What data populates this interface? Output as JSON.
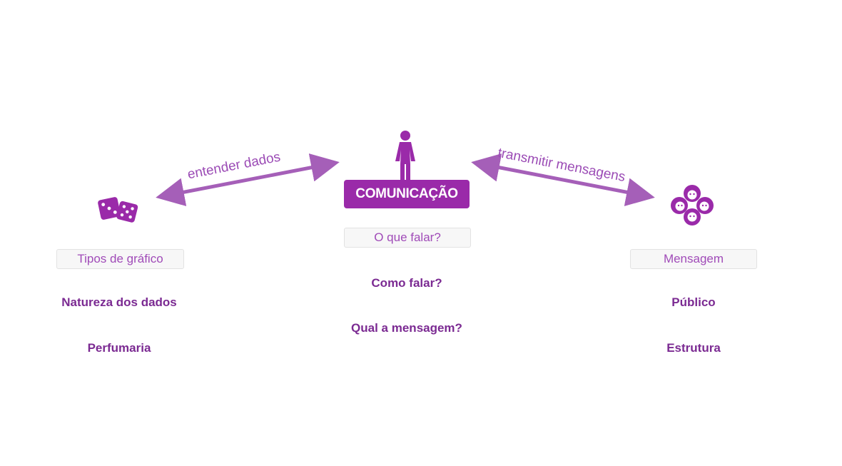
{
  "center": {
    "title": "COMUNICAÇÃO",
    "box_label": "O que falar?",
    "items": [
      "Como falar?",
      "Qual a mensagem?"
    ],
    "icon": "woman-icon"
  },
  "left": {
    "box_label": "Tipos de gráfico",
    "items": [
      "Natureza dos dados",
      "Perfumaria"
    ],
    "icon": "dice-icon"
  },
  "right": {
    "box_label": "Mensagem",
    "items": [
      "Público",
      "Estrutura"
    ],
    "icon": "people-group-icon"
  },
  "arrows": {
    "left_label": "entender dados",
    "right_label": "transmitir mensagens"
  },
  "colors": {
    "accent": "#9a2aa9",
    "arrow": "#a55fb8",
    "text_dark": "#7b2a92",
    "text_light": "#a04bb8"
  }
}
